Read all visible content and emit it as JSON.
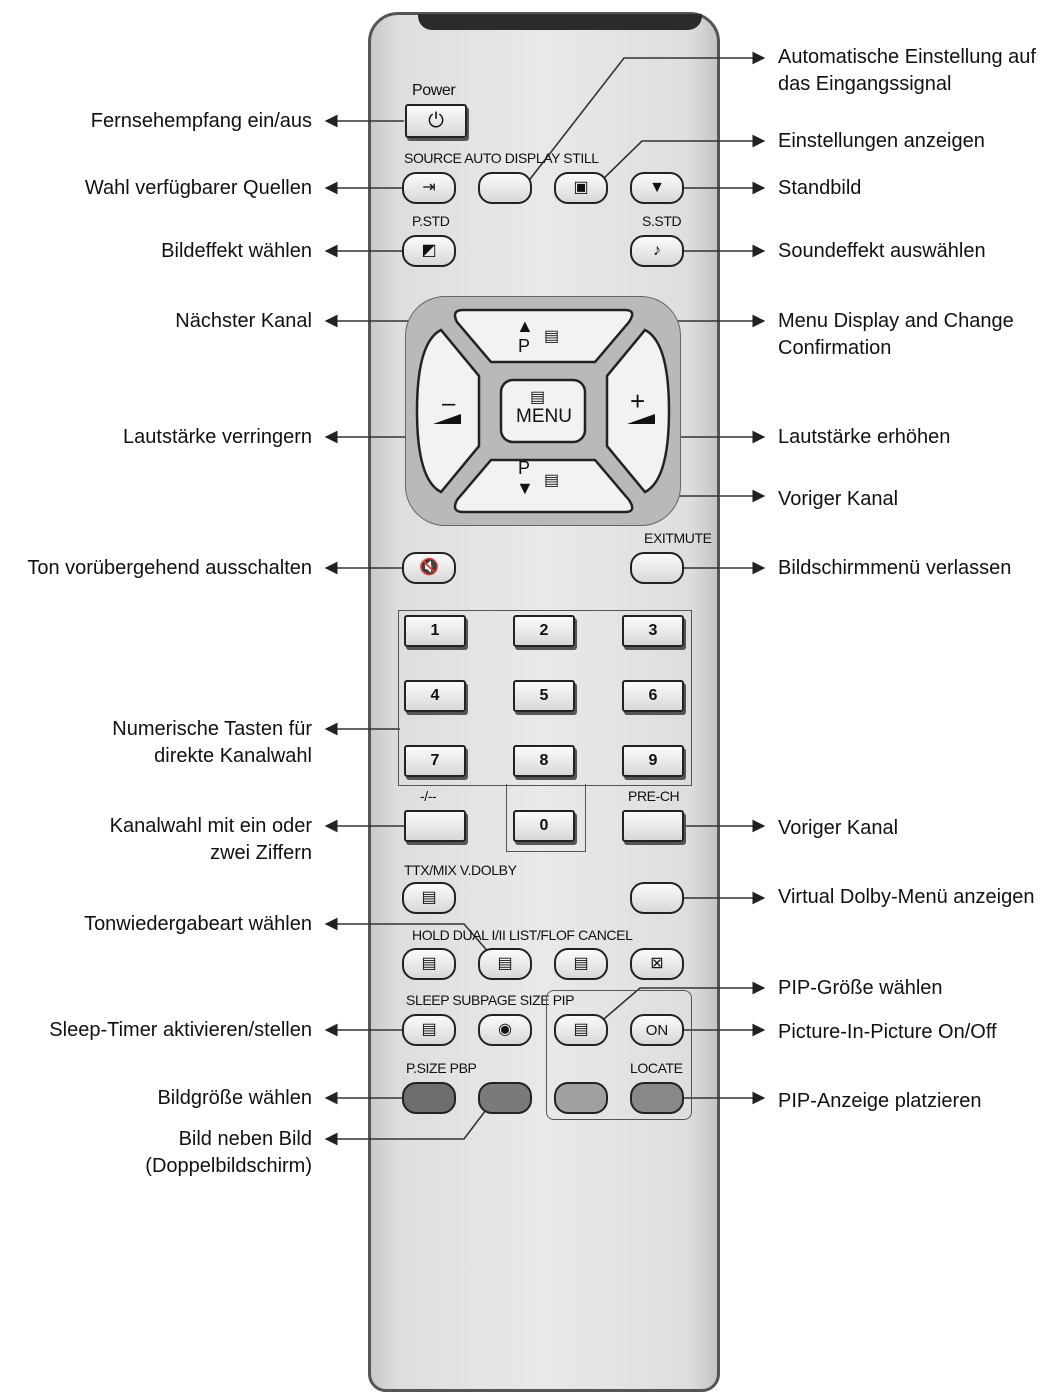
{
  "remote": {
    "labels": {
      "power": "Power",
      "source_row": "SOURCE AUTO DISPLAY STILL",
      "pstd": "P.STD",
      "sstd": "S.STD",
      "exitmute": "EXITMUTE",
      "dash": "-/--",
      "prech": "PRE-CH",
      "ttx": "TTX/MIX V.DOLBY",
      "hold_row": "HOLD DUAL I/II LIST/FLOF CANCEL",
      "sleep_row": "SLEEP SUBPAGE SIZE PIP",
      "psize": "P.SIZE PBP",
      "locate": "LOCATE"
    },
    "menu_label": "MENU",
    "p_label": "P",
    "on_label": "ON",
    "numbers": [
      "1",
      "2",
      "3",
      "4",
      "5",
      "6",
      "7",
      "8",
      "9",
      "0"
    ],
    "colors": {
      "red": "#6e6e6e",
      "green": "#7a7a7a",
      "yellow": "#a0a0a0",
      "blue": "#888888"
    }
  },
  "callouts_left": [
    "Fernsehempfang ein/aus",
    "Wahl verfügbarer Quellen",
    "Bildeffekt wählen",
    "Nächster Kanal",
    "Lautstärke verringern",
    "Ton vorübergehend ausschalten",
    "Numerische Tasten für",
    "direkte Kanalwahl",
    "Kanalwahl mit ein oder",
    "zwei Ziffern",
    "Tonwiedergabeart wählen",
    "Sleep-Timer aktivieren/stellen",
    "Bildgröße wählen",
    "Bild neben Bild",
    "(Doppelbildschirm)"
  ],
  "callouts_right": [
    "Automatische Einstellung auf",
    "das Eingangssignal",
    "Einstellungen anzeigen",
    "Standbild",
    "Soundeffekt auswählen",
    "Menu Display and Change",
    "Confirmation",
    "Lautstärke erhöhen",
    "Voriger Kanal",
    "Bildschirmmenü verlassen",
    "Voriger Kanal",
    "Virtual Dolby-Menü anzeigen",
    "PIP-Größe wählen",
    "Picture-In-Picture On/Off",
    "PIP-Anzeige platzieren"
  ]
}
